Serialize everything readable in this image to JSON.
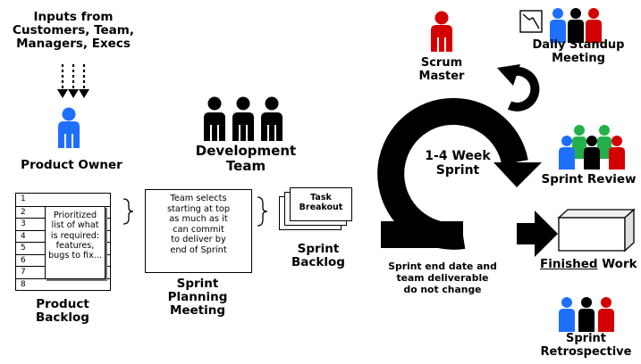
{
  "inputs": {
    "text": "Inputs from\nCustomers, Team,\nManagers, Execs"
  },
  "product_owner": {
    "label": "Product Owner"
  },
  "product_backlog": {
    "label": "Product\nBacklog",
    "rows": [
      "1",
      "2",
      "3",
      "4",
      "5",
      "6",
      "7",
      "8"
    ],
    "note": "Prioritized\nlist of what\nis required:\nfeatures,\nbugs to fix..."
  },
  "development_team": {
    "label": "Development\nTeam"
  },
  "sprint_planning": {
    "note": "Team selects\nstarting at top\nas much as it\ncan commit\nto deliver by\nend of Sprint",
    "label": "Sprint\nPlanning\nMeeting"
  },
  "sprint_backlog": {
    "card": "Task\nBreakout",
    "label": "Sprint\nBacklog"
  },
  "scrum_master": {
    "label": "Scrum\nMaster"
  },
  "daily_standup": {
    "label": "Daily Standup\nMeeting"
  },
  "sprint": {
    "label": "1-4 Week\nSprint",
    "note": "Sprint end date and\nteam deliverable\ndo not change"
  },
  "sprint_review": {
    "label": "Sprint Review"
  },
  "finished_work": {
    "underlined": "Finished",
    "rest": " Work"
  },
  "sprint_retrospective": {
    "label": "Sprint\nRetrospective"
  },
  "colors": {
    "blue": "#1f6fff",
    "red": "#d40000",
    "green": "#22b04a",
    "black": "#000000"
  }
}
